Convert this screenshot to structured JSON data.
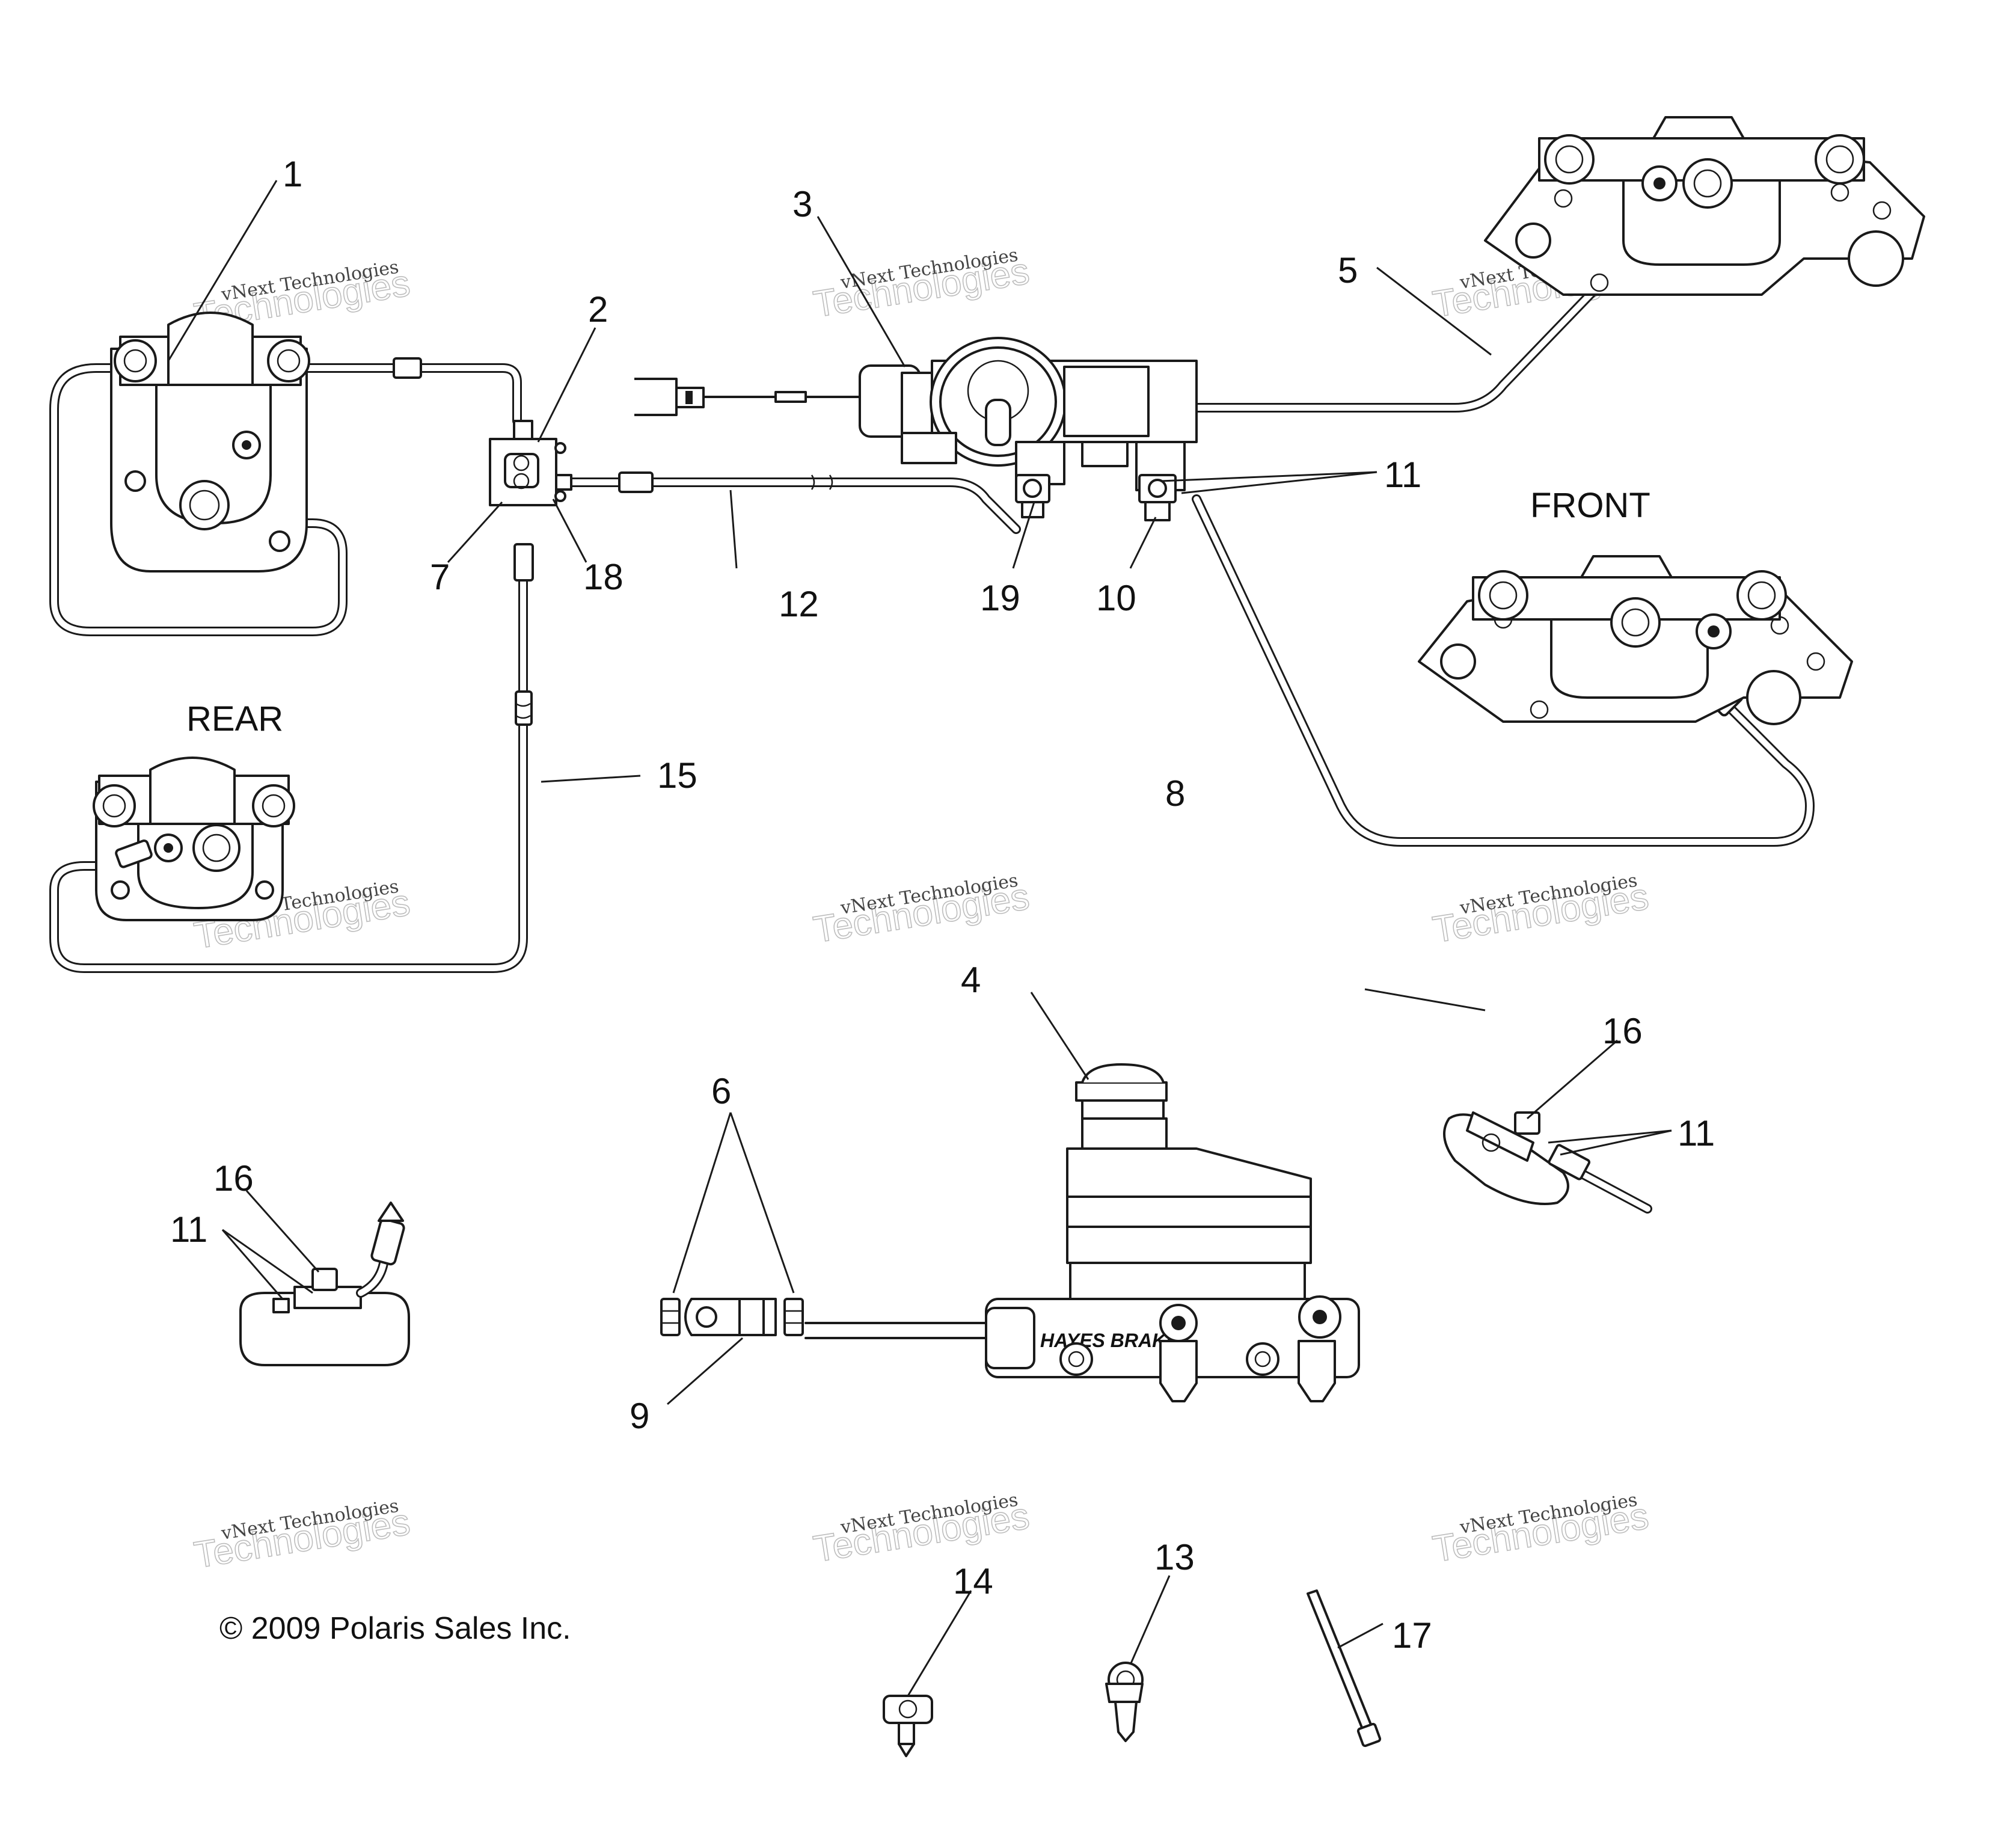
{
  "sections": {
    "rear": "REAR",
    "front": "FRONT"
  },
  "copyright": "© 2009 Polaris Sales Inc.",
  "watermark": {
    "line1": "vNext Technologies",
    "line2": "Technologies"
  },
  "brand_stamp": "HAYES BRAKE",
  "callouts": [
    "1",
    "2",
    "3",
    "4",
    "5",
    "6",
    "7",
    "8",
    "9",
    "10",
    "11",
    "12",
    "13",
    "14",
    "15",
    "16",
    "17",
    "18",
    "19"
  ],
  "callouts_repeat": {
    "11b": "11",
    "11c": "11",
    "16b": "16"
  }
}
